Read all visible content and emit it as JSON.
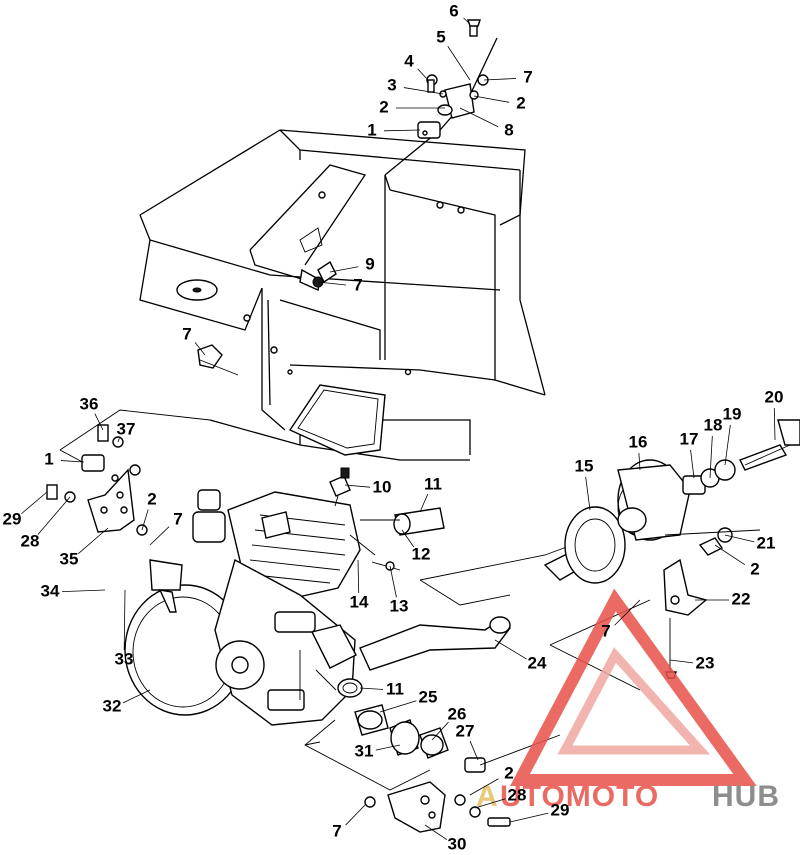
{
  "callouts": [
    {
      "id": "c6",
      "label": "6"
    },
    {
      "id": "c5",
      "label": "5"
    },
    {
      "id": "c4",
      "label": "4"
    },
    {
      "id": "c7a",
      "label": "7"
    },
    {
      "id": "c3",
      "label": "3"
    },
    {
      "id": "c2a",
      "label": "2"
    },
    {
      "id": "c2b",
      "label": "2"
    },
    {
      "id": "c1a",
      "label": "1"
    },
    {
      "id": "c8",
      "label": "8"
    },
    {
      "id": "c9",
      "label": "9"
    },
    {
      "id": "c7b",
      "label": "7"
    },
    {
      "id": "c7c",
      "label": "7"
    },
    {
      "id": "c36",
      "label": "36"
    },
    {
      "id": "c37",
      "label": "37"
    },
    {
      "id": "c1b",
      "label": "1"
    },
    {
      "id": "c2c",
      "label": "2"
    },
    {
      "id": "c7d",
      "label": "7"
    },
    {
      "id": "c29a",
      "label": "29"
    },
    {
      "id": "c28a",
      "label": "28"
    },
    {
      "id": "c35",
      "label": "35"
    },
    {
      "id": "c10",
      "label": "10"
    },
    {
      "id": "c11a",
      "label": "11"
    },
    {
      "id": "c12",
      "label": "12"
    },
    {
      "id": "c14",
      "label": "14"
    },
    {
      "id": "c13",
      "label": "13"
    },
    {
      "id": "c15",
      "label": "15"
    },
    {
      "id": "c16",
      "label": "16"
    },
    {
      "id": "c17",
      "label": "17"
    },
    {
      "id": "c18",
      "label": "18"
    },
    {
      "id": "c19",
      "label": "19"
    },
    {
      "id": "c20",
      "label": "20"
    },
    {
      "id": "c21",
      "label": "21"
    },
    {
      "id": "c2d",
      "label": "2"
    },
    {
      "id": "c22",
      "label": "22"
    },
    {
      "id": "c7e",
      "label": "7"
    },
    {
      "id": "c23",
      "label": "23"
    },
    {
      "id": "c24",
      "label": "24"
    },
    {
      "id": "c34",
      "label": "34"
    },
    {
      "id": "c33",
      "label": "33"
    },
    {
      "id": "c32",
      "label": "32"
    },
    {
      "id": "c11b",
      "label": "11"
    },
    {
      "id": "c25",
      "label": "25"
    },
    {
      "id": "c26",
      "label": "26"
    },
    {
      "id": "c27",
      "label": "27"
    },
    {
      "id": "c31",
      "label": "31"
    },
    {
      "id": "c2e",
      "label": "2"
    },
    {
      "id": "c28b",
      "label": "28"
    },
    {
      "id": "c29b",
      "label": "29"
    },
    {
      "id": "c7f",
      "label": "7"
    },
    {
      "id": "c30",
      "label": "30"
    }
  ],
  "watermark": {
    "part1": "A",
    "part2": "UTOMOTO",
    "part3": "HUB",
    "color_primary": "#e8524a",
    "color_secondary": "#f0a8a0",
    "color_text_dark": "#7a7a7a",
    "color_text_gold": "#e6c062"
  }
}
